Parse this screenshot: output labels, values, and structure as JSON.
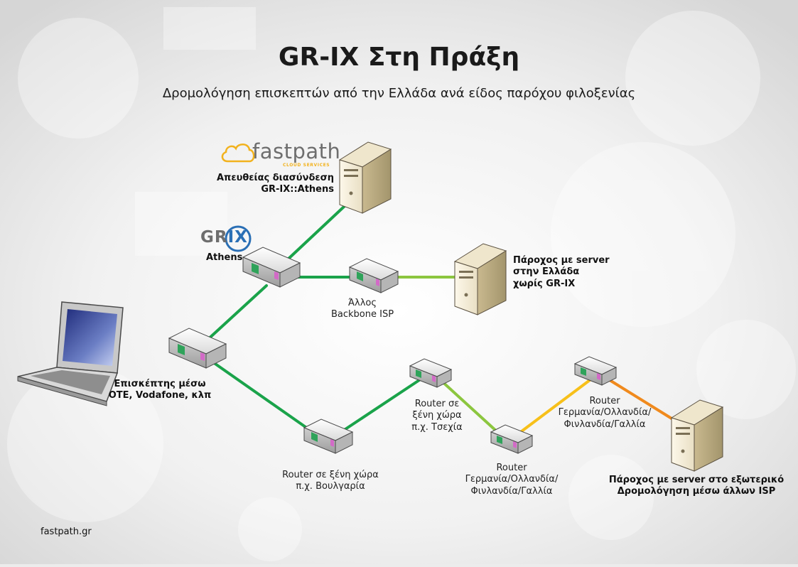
{
  "title": "GR-IX Στη Πράξη",
  "subtitle": "Δρομολόγηση επισκεπτών από την Ελλάδα ανά είδος παρόχου φιλοξενίας",
  "footer": "fastpath.gr",
  "brands": {
    "fastpath_word": "fastpath",
    "fastpath_tag": "CLOUD SERVICES",
    "grix_a": "GR",
    "grix_b": "I",
    "grix_c": "X"
  },
  "labels": {
    "fastpath_server": [
      "Απευθείας διασύνδεση",
      "GR-IX::Athens"
    ],
    "grix_router": "Athens",
    "backbone_router": [
      "Άλλος",
      "Backbone ISP"
    ],
    "greek_server": [
      "Πάροχος με server",
      "στην Ελλάδα",
      "χωρίς GR-IX"
    ],
    "visitor": [
      "Επισκέπτης μέσω",
      "OTE, Vodafone, κλπ"
    ],
    "router_bulgaria": [
      "Router σε ξένη χώρα",
      "π.χ. Βουλγαρία"
    ],
    "router_czech": [
      "Router σε",
      "ξένη χώρα",
      "π.χ. Τσεχία"
    ],
    "router_eu1": [
      "Router",
      "Γερμανία/Ολλανδία/",
      "Φινλανδία/Γαλλία"
    ],
    "router_eu2": [
      "Router",
      "Γερμανία/Ολλανδία/",
      "Φινλανδία/Γαλλία"
    ],
    "foreign_server": [
      "Πάροχος με server στο εξωτερικό",
      "Δρομολόγηση μέσω άλλων ISP"
    ]
  },
  "colors": {
    "green": "#1aa34a",
    "light_green": "#8cc63f",
    "yellow": "#f7c01a",
    "orange": "#f08a1d",
    "grix_blue": "#2a6fb5",
    "fastpath_orange": "#f2b21d"
  }
}
